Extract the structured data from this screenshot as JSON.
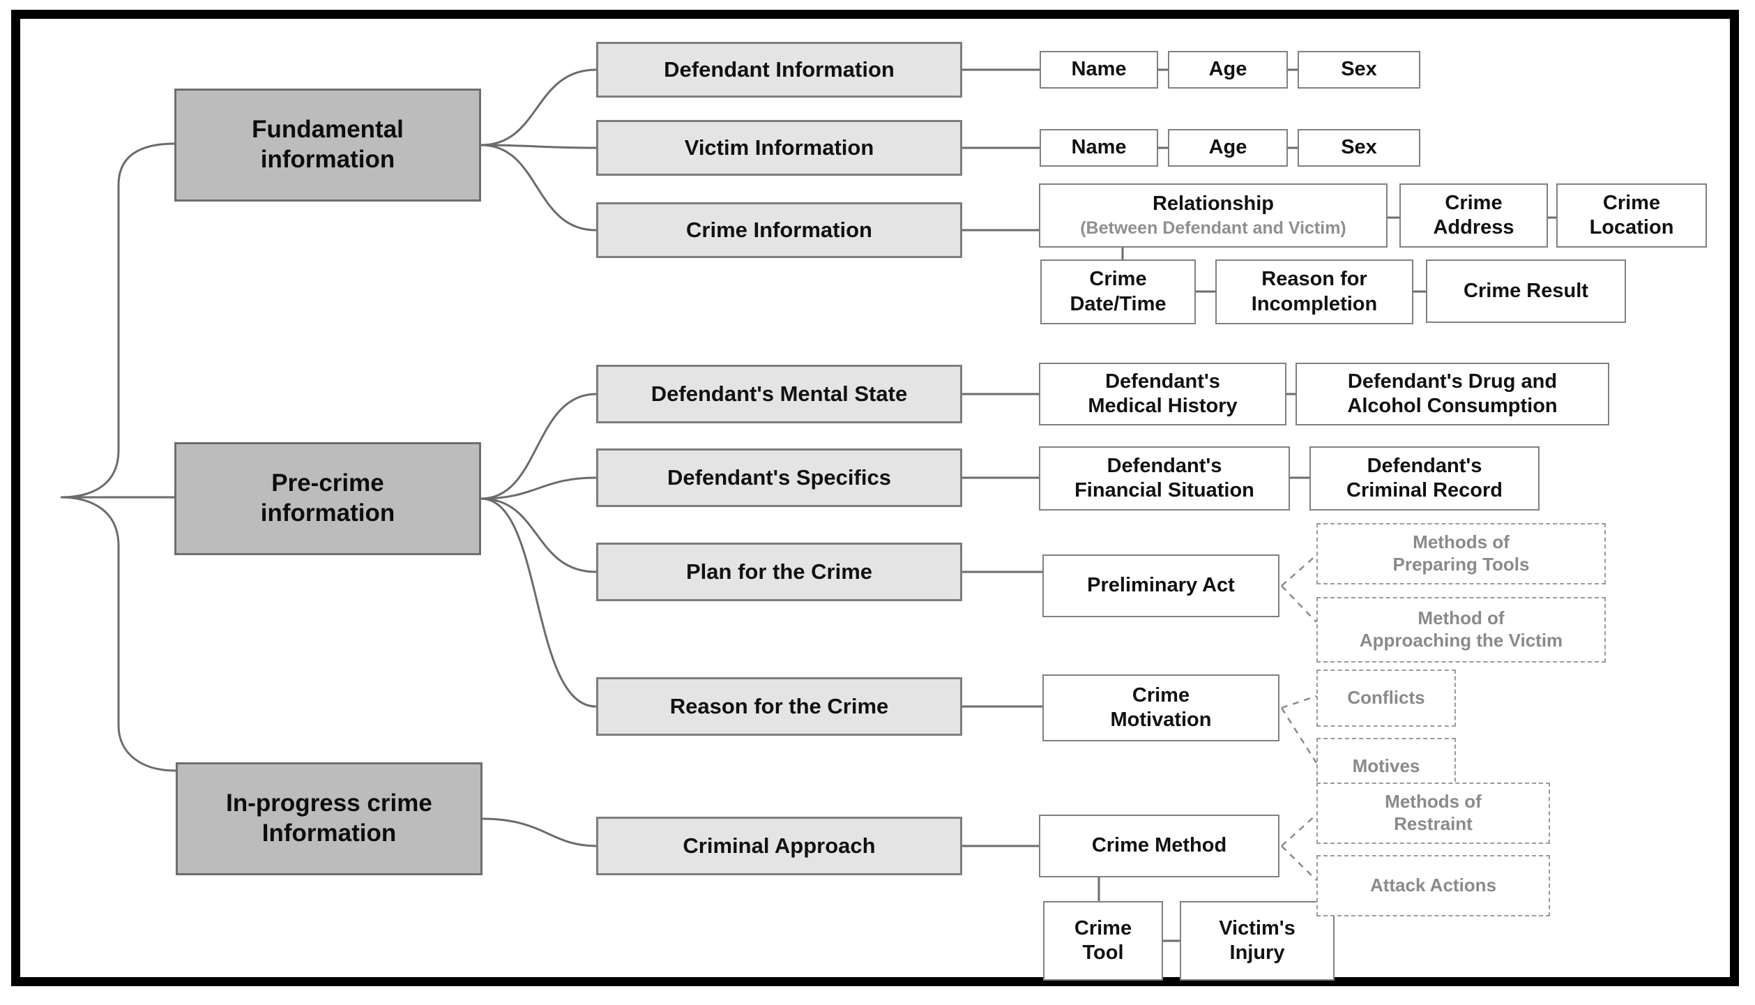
{
  "diagram_title": "Crime information taxonomy diagram",
  "level1": {
    "fundamental": "Fundamental\ninformation",
    "precrime": "Pre-crime\ninformation",
    "inprogress": "In-progress crime\nInformation"
  },
  "level2": {
    "defendant_info": "Defendant Information",
    "victim_info": "Victim Information",
    "crime_info": "Crime Information",
    "mental_state": "Defendant's Mental State",
    "specifics": "Defendant's Specifics",
    "plan": "Plan for the Crime",
    "reason": "Reason for the Crime",
    "approach": "Criminal Approach"
  },
  "level3": {
    "defendant_name": "Name",
    "defendant_age": "Age",
    "defendant_sex": "Sex",
    "victim_name": "Name",
    "victim_age": "Age",
    "victim_sex": "Sex",
    "relationship_title": "Relationship",
    "relationship_subtitle": "(Between Defendant and Victim)",
    "crime_address": "Crime\nAddress",
    "crime_location": "Crime\nLocation",
    "crime_datetime": "Crime\nDate/Time",
    "reason_incompletion": "Reason for\nIncompletion",
    "crime_result": "Crime Result",
    "medical_history": "Defendant's\nMedical History",
    "drug_alcohol": "Defendant's Drug and\nAlcohol Consumption",
    "financial_situation": "Defendant's\nFinancial Situation",
    "criminal_record": "Defendant's\nCriminal Record",
    "preliminary_act": "Preliminary Act",
    "crime_motivation": "Crime\nMotivation",
    "crime_method": "Crime Method",
    "crime_tool": "Crime\nTool",
    "victims_injury": "Victim's\nInjury"
  },
  "dashed_nodes": {
    "preparing_tools": "Methods of\nPreparing Tools",
    "approaching_victim": "Method of\nApproaching the Victim",
    "conflicts": "Conflicts",
    "motives": "Motives",
    "methods_restraint": "Methods of\nRestraint",
    "attack_actions": "Attack Actions"
  },
  "colors": {
    "level1_fill": "#bcbcbc",
    "level2_fill": "#e4e4e4",
    "level3_fill": "#ffffff",
    "node_border": "#7d7d7d",
    "connector": "#6b6b6b",
    "dashed_border": "#9a9a9a",
    "dashed_text": "#8a8a8a",
    "frame": "#000000"
  }
}
